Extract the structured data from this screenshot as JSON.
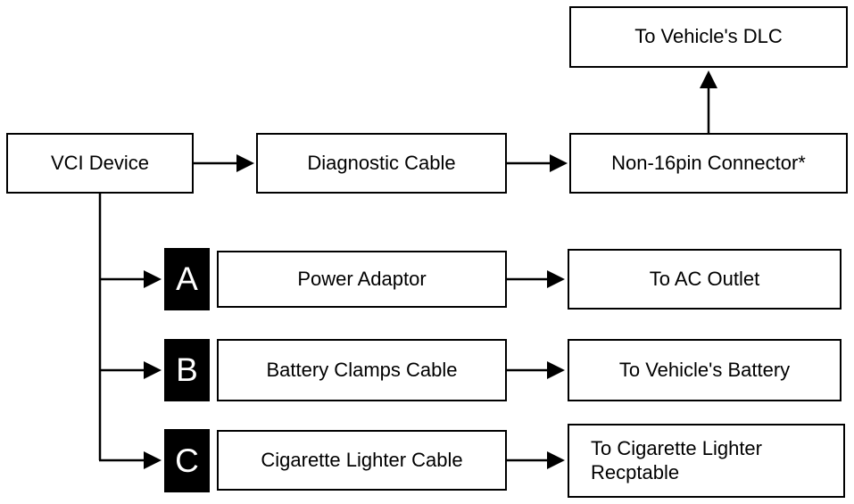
{
  "diagram": {
    "title_hint": "VCI device connection flowchart",
    "nodes": {
      "vci_device": "VCI Device",
      "diagnostic_cable": "Diagnostic Cable",
      "non16pin_connector": "Non-16pin Connector*",
      "to_vehicles_dlc": "To Vehicle's DLC",
      "branch_a": "A",
      "power_adaptor": "Power Adaptor",
      "to_ac_outlet": "To AC Outlet",
      "branch_b": "B",
      "battery_clamps_cable": "Battery Clamps Cable",
      "to_vehicles_battery": "To Vehicle's Battery",
      "branch_c": "C",
      "cigarette_lighter_cable": "Cigarette Lighter Cable",
      "to_cigarette_lighter_recptable": "To Cigarette Lighter Recptable"
    },
    "edges": [
      {
        "from": "vci_device",
        "to": "diagnostic_cable"
      },
      {
        "from": "diagnostic_cable",
        "to": "non16pin_connector"
      },
      {
        "from": "non16pin_connector",
        "to": "to_vehicles_dlc"
      },
      {
        "from": "vci_device",
        "to": "branch_a"
      },
      {
        "from": "branch_a_power_adaptor",
        "to": "to_ac_outlet"
      },
      {
        "from": "vci_device",
        "to": "branch_b"
      },
      {
        "from": "branch_b_battery_clamps_cable",
        "to": "to_vehicles_battery"
      },
      {
        "from": "vci_device",
        "to": "branch_c"
      },
      {
        "from": "branch_c_cigarette_lighter_cable",
        "to": "to_cigarette_lighter_recptable"
      }
    ],
    "colors": {
      "line": "#000000",
      "box_background": "#ffffff",
      "box_border": "#000000",
      "letter_badge_background": "#000000",
      "letter_badge_text": "#ffffff"
    }
  }
}
